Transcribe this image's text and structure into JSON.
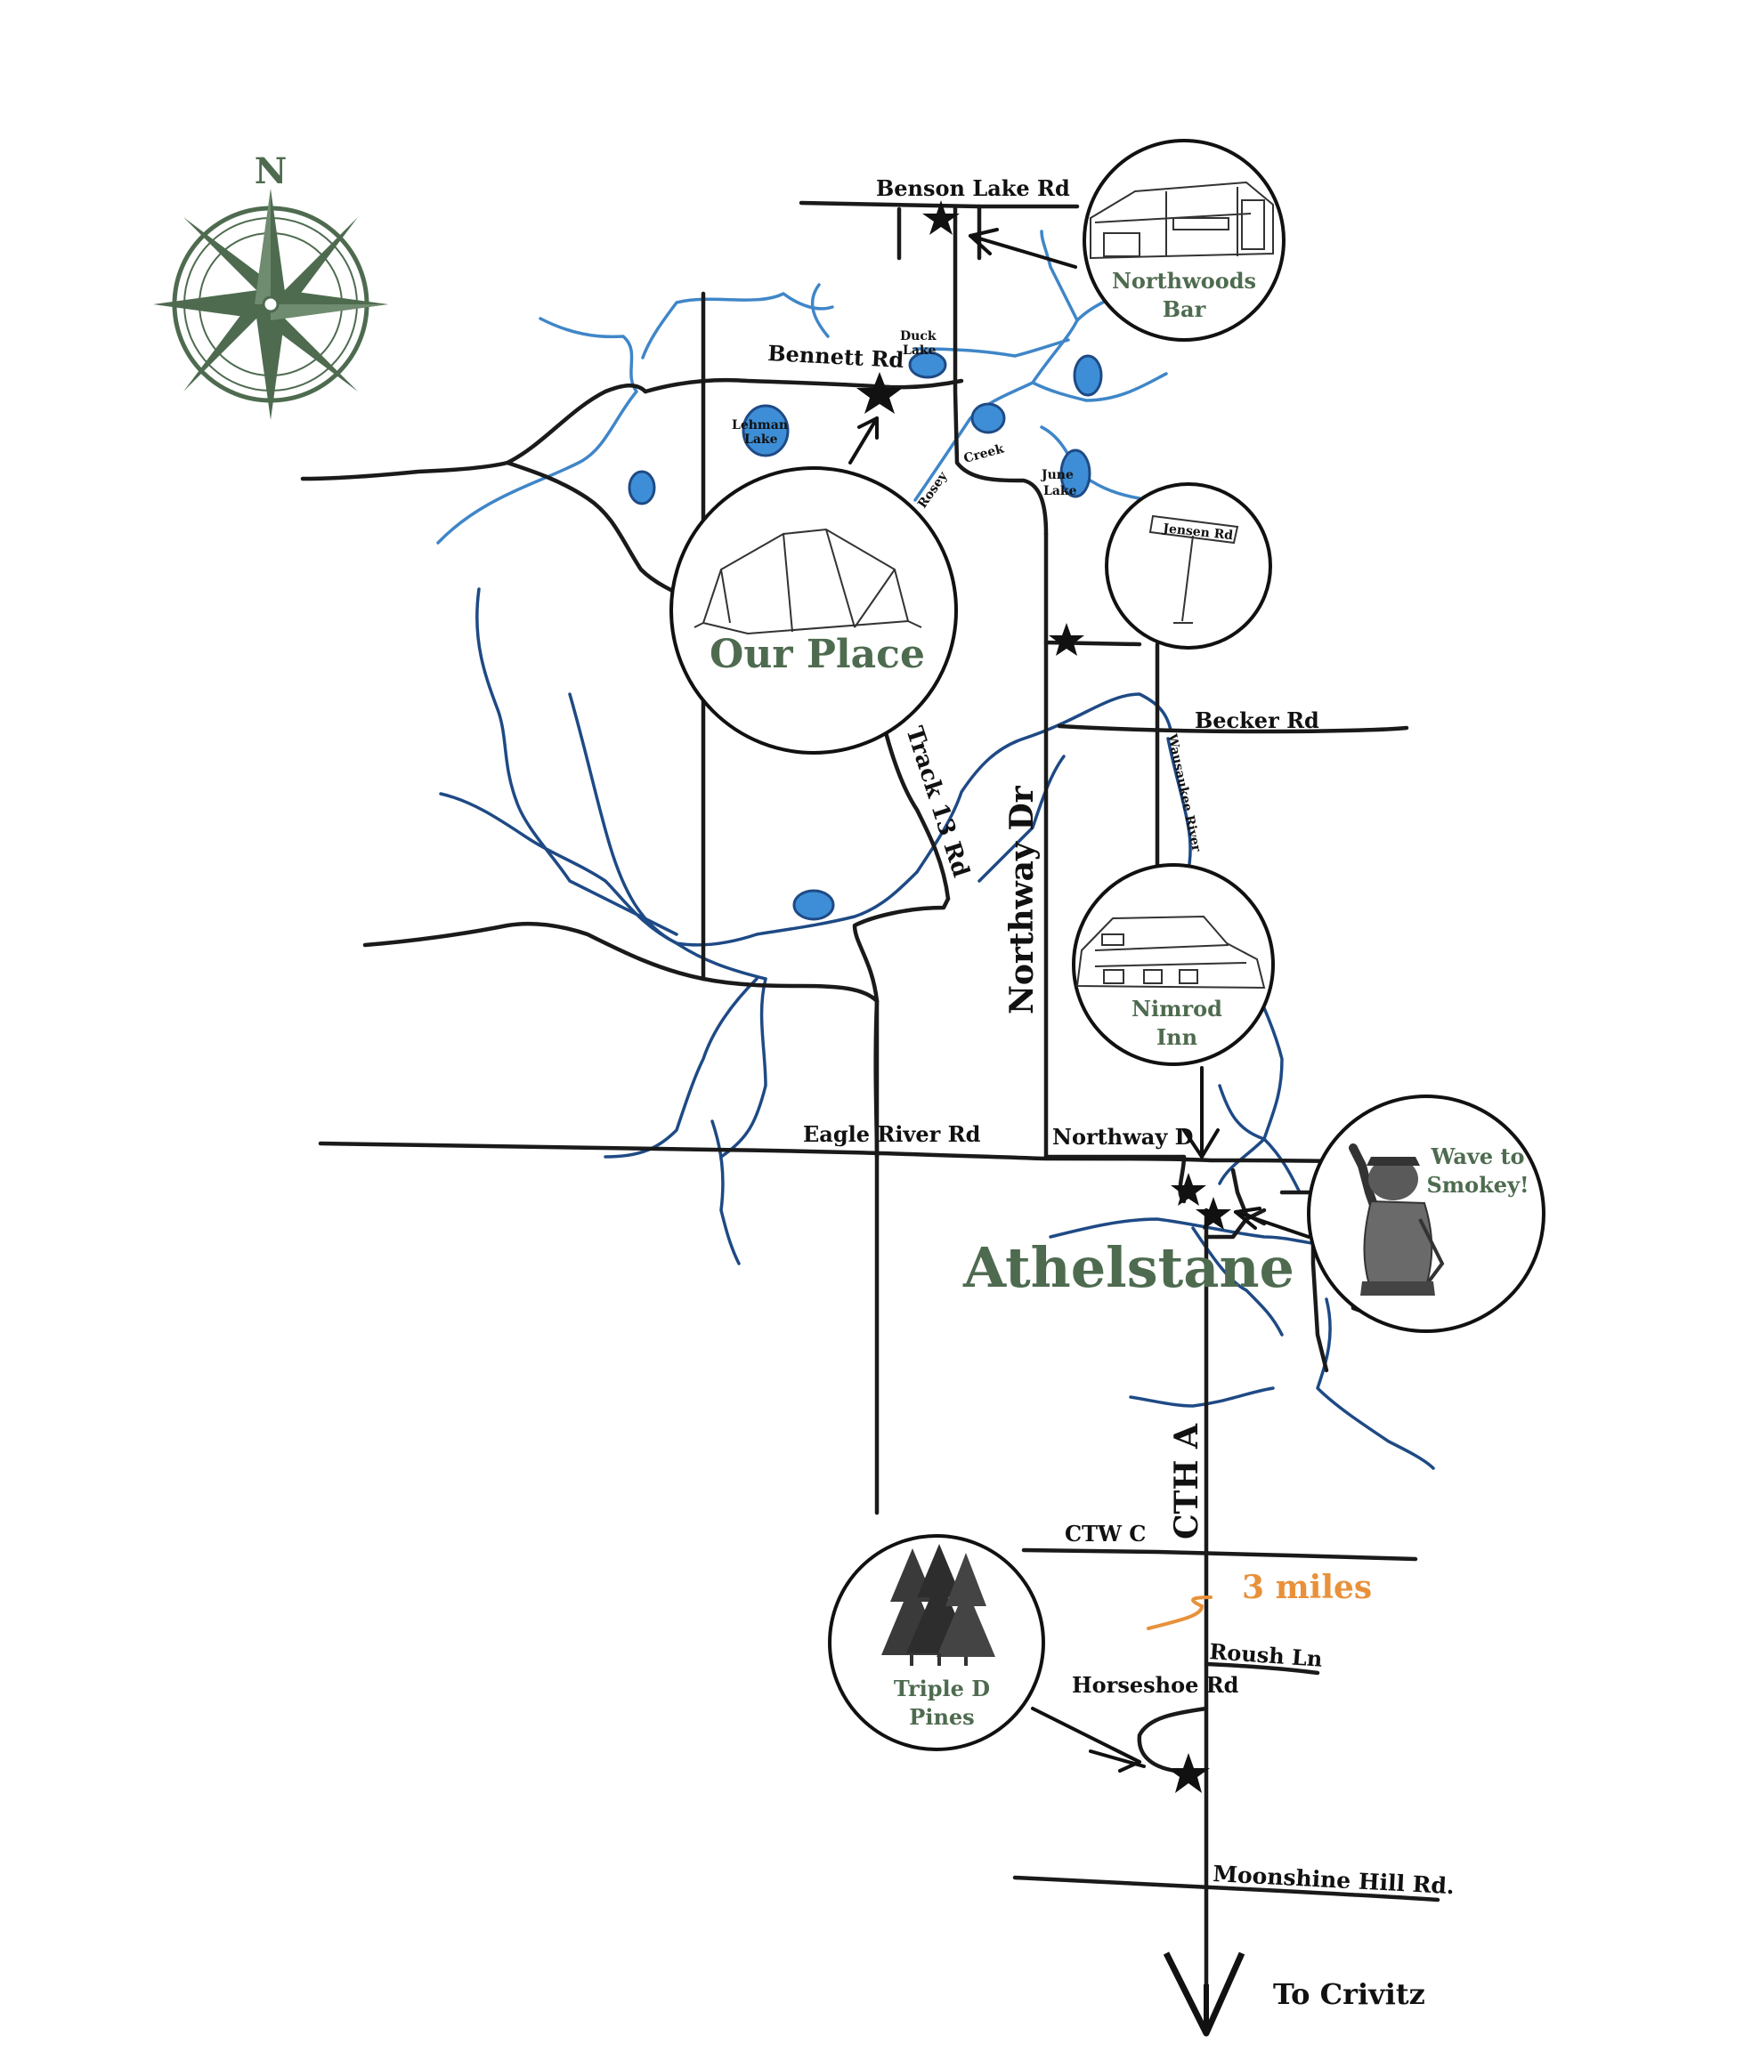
{
  "compass": {
    "north_label": "N",
    "color": "#4e6b4f"
  },
  "roads": {
    "benson_lake": "Benson Lake Rd",
    "bennett": "Bennett Rd",
    "becker": "Becker Rd",
    "track13": "Track 13 Rd",
    "northway_dr": "Northway Dr",
    "eagle_river": "Eagle River Rd",
    "northway_short": "Northway D",
    "cth_a": "CTH A",
    "ctw_c": "CTW C",
    "roush": "Roush Ln",
    "horseshoe": "Horseshoe Rd",
    "moonshine": "Moonshine Hill Rd."
  },
  "water": {
    "duck_lake_1": "Duck",
    "duck_lake_2": "Lake",
    "lehman_lake_1": "Lehman",
    "lehman_lake_2": "Lake",
    "june_lake_1": "June",
    "june_lake_2": "Lake",
    "rosey": "Rosey",
    "creek": "Creek",
    "wausaukee_river": "Wausaukee River"
  },
  "places": {
    "northwoods_1": "Northwoods",
    "northwoods_2": "Bar",
    "our_place": "Our Place",
    "jensen_sign": "Jensen Rd",
    "nimrod_1": "Nimrod",
    "nimrod_2": "Inn",
    "smokey_1": "Wave to",
    "smokey_2": "Smokey!",
    "athelstane": "Athelstane",
    "triple_d_1": "Triple D",
    "triple_d_2": "Pines"
  },
  "distance": {
    "label": "3 miles",
    "color": "#e8913a"
  },
  "destination": "To Crivitz"
}
